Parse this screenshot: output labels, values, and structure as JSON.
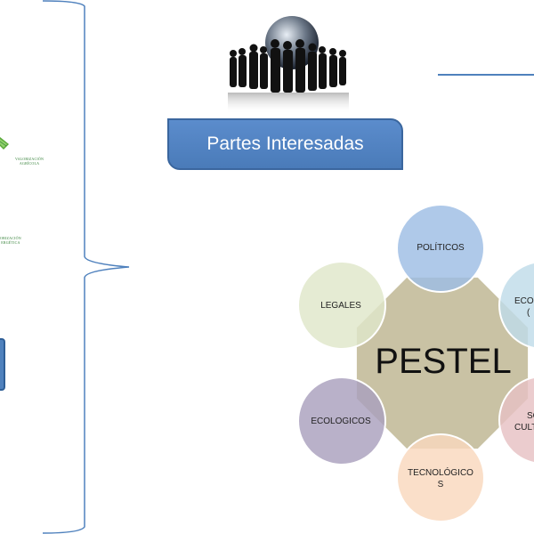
{
  "left_panel": {
    "thumb_labels": [
      {
        "line1": "VALORIZACIÓN",
        "line2": "AGRÍCOLA"
      },
      {
        "line1": "ORIZACIÓN",
        "line2": "ERGÉTICA"
      }
    ]
  },
  "stakeholders": {
    "title": "Partes Interesadas",
    "image": "people-globe-icon"
  },
  "pestel": {
    "center": "PESTEL",
    "factors": [
      {
        "key": "politicos",
        "line1": "POLÍTICOS",
        "line2": "",
        "color": "#9dbde4"
      },
      {
        "key": "economicos",
        "line1": "ECO",
        "line2": "(",
        "color": "#bfdce9"
      },
      {
        "key": "socioculturales",
        "line1": "SO",
        "line2": "CULT",
        "color": "#e7c1c3"
      },
      {
        "key": "tecnologicos",
        "line1": "TECNOLÓGICO",
        "line2": "S",
        "color": "#f9d8bd"
      },
      {
        "key": "ecologicos",
        "line1": "ECOLOGICOS",
        "line2": "",
        "color": "#aaa0bd"
      },
      {
        "key": "legales",
        "line1": "LEGALES",
        "line2": "",
        "color": "#dfe7c9"
      }
    ],
    "center_color": "#c9c2a4",
    "connector_color": "#4f81bd"
  }
}
